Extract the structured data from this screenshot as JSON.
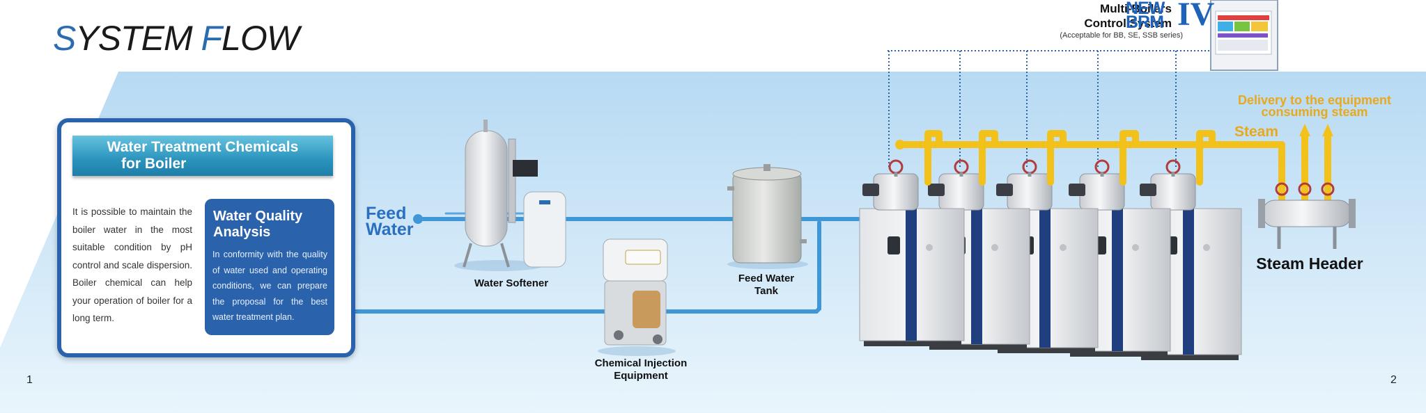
{
  "title": {
    "first": "S",
    "rest1": "YSTEM ",
    "second": "F",
    "rest2": "LOW"
  },
  "control": {
    "title_line1": "Multi-Boilers",
    "title_line2": "Control System",
    "brand_line1": "NEW",
    "brand_line2": "BRM",
    "brand_numeral": "IV",
    "acceptable": "(Acceptable for BB, SE, SSB series)"
  },
  "chemicals_panel": {
    "title_line1": "Water Treatment Chemicals",
    "title_line2": "for Boiler",
    "body": "It is possible to maintain the boiler water in the most suitable condition by pH control and scale dispersion. Boiler chemical can help your operation of boiler for a long term.",
    "analysis_title": "Water Quality Analysis",
    "analysis_body": "In conformity with the quality of water used and operating conditions, we can prepare the proposal for the best water treatment plan."
  },
  "flow": {
    "feed_line1": "Feed",
    "feed_line2": "Water",
    "softener": "Water Softener",
    "tank_line1": "Feed Water",
    "tank_line2": "Tank",
    "chem_line1": "Chemical Injection",
    "chem_line2": "Equipment",
    "steam": "Steam",
    "delivery_line1": "Delivery to the equipment",
    "delivery_line2": "consuming steam",
    "steam_header": "Steam Header"
  },
  "page_numbers": {
    "left": "1",
    "right": "2"
  },
  "colors": {
    "accent_blue": "#2a62ab",
    "pipe_blue": "#3f97d8",
    "steam_yellow": "#f2c21b",
    "steam_text": "#e9a91c",
    "floor_light": "#d7ecf9"
  }
}
